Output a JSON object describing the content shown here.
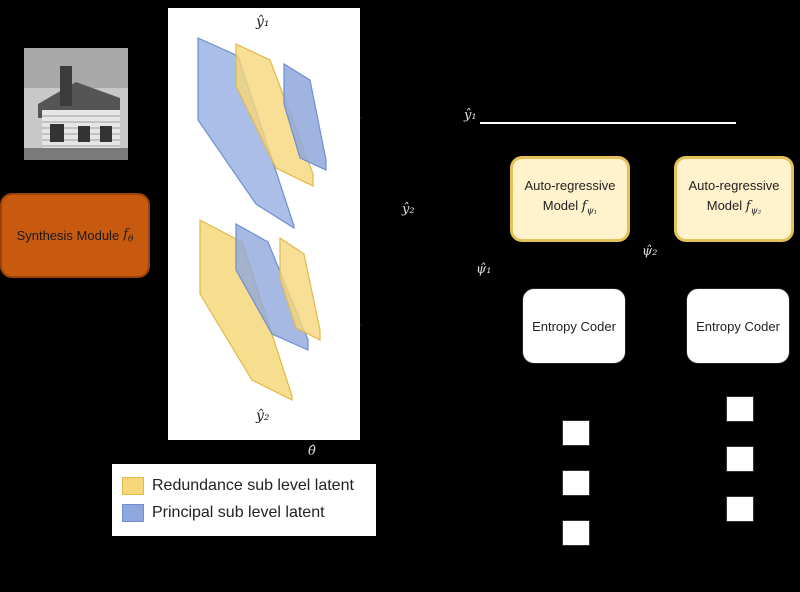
{
  "synthesis": {
    "label": "Synthesis Module",
    "symbol": "f",
    "subscript": "θ"
  },
  "latents": {
    "top_label": "ŷ₁",
    "bottom_label": "ŷ₂"
  },
  "flow_labels": {
    "y1_hat": "ŷ₁",
    "y2_hat": "ŷ₂",
    "psi1_hat": "ψ̂₁",
    "psi2_hat": "ψ̂₂",
    "theta_hat": "θ̂"
  },
  "legend": [
    {
      "label": "Redundance sub level latent",
      "color": "#f6d77a"
    },
    {
      "label": "Principal sub level latent",
      "color": "#8fa7dc"
    }
  ],
  "ar_models": [
    {
      "line1": "Auto-regressive",
      "line2": "Model",
      "symbol": "f",
      "subscript": "ψ₁"
    },
    {
      "line1": "Auto-regressive",
      "line2": "Model",
      "symbol": "f",
      "subscript": "ψ₂"
    }
  ],
  "entropy_coders": [
    {
      "label": "Entropy Coder"
    },
    {
      "label": "Entropy Coder"
    }
  ],
  "colors": {
    "background": "#000000",
    "synthesis_fill": "#c85a10",
    "ar_fill": "#fff2cc",
    "ar_border": "#e6c15a",
    "yellow_plane": "#f6d77a",
    "blue_plane": "#8fa7dc"
  }
}
